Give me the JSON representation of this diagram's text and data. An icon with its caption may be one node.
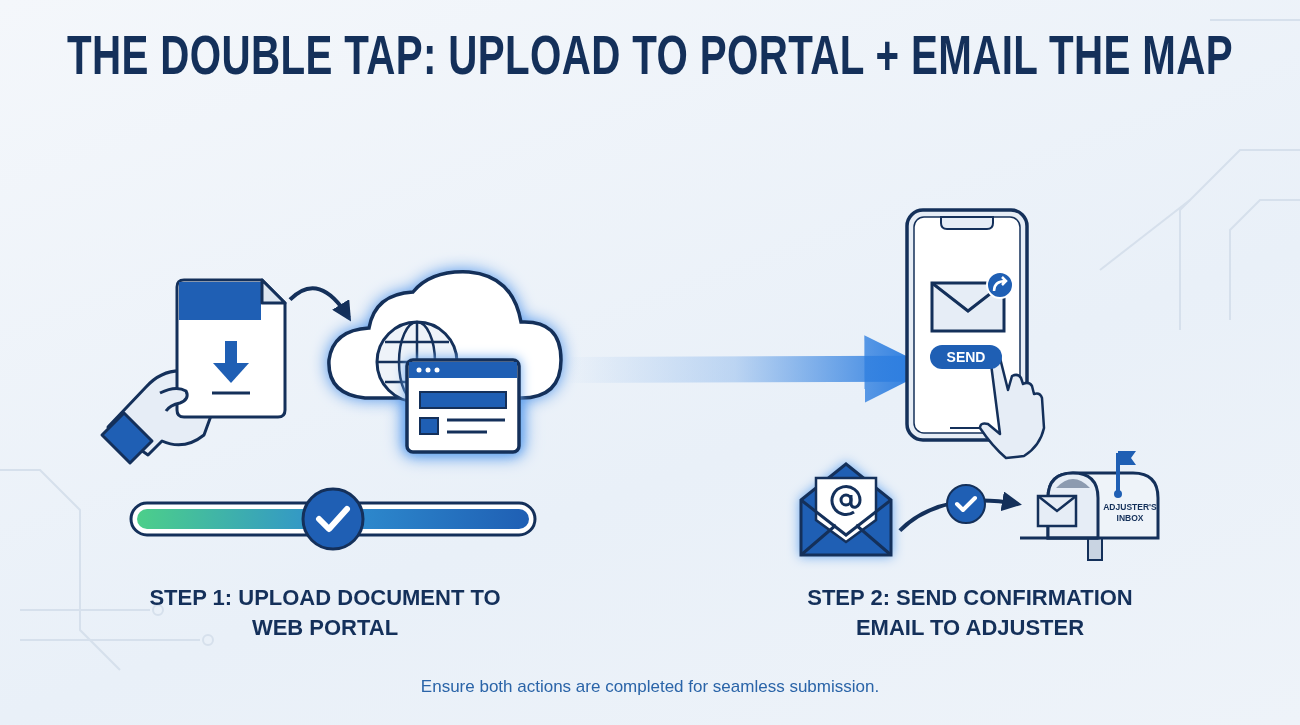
{
  "diagram": {
    "title": "THE DOUBLE TAP: UPLOAD TO PORTAL + EMAIL THE MAP",
    "caption": "Ensure both actions are completed for seamless submission.",
    "nodes": [
      {
        "text": [],
        "shape": "picture"
      },
      {
        "text": [],
        "shape": "cloud"
      },
      {
        "text": [
          "SEND"
        ]
      },
      {
        "text": [],
        "shape": "picture"
      },
      {
        "text": [
          "ADJUSTER'S INBOX"
        ]
      }
    ],
    "edges": [
      {
        "from": 0,
        "to": 1,
        "arrow": "to"
      },
      {
        "from": 1,
        "to": 2,
        "arrow": "to",
        "style": "thick",
        "color": "#2f7fe0"
      },
      {
        "from": 3,
        "to": 4,
        "arrow": "to"
      }
    ],
    "labels": [
      "STEP 1: UPLOAD DOCUMENT TO WEB PORTAL",
      "STEP 2: SEND CONFIRMATION EMAIL TO ADJUSTER"
    ]
  }
}
